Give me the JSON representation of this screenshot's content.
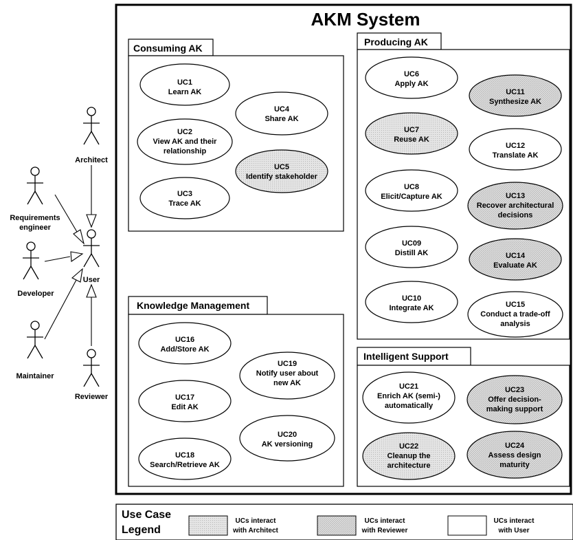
{
  "system_title": "AKM System",
  "packages": {
    "consuming": "Consuming AK",
    "producing": "Producing AK",
    "knowledge": "Knowledge Management",
    "intelligent": "Intelligent Support"
  },
  "actors": {
    "architect": "Architect",
    "requirements_engineer": [
      "Requirements",
      "engineer"
    ],
    "developer": "Developer",
    "user": "User",
    "maintainer": "Maintainer",
    "reviewer": "Reviewer"
  },
  "use_cases": {
    "uc1": [
      "UC1",
      "Learn AK"
    ],
    "uc2": [
      "UC2",
      "View AK and their",
      "relationship"
    ],
    "uc3": [
      "UC3",
      "Trace AK"
    ],
    "uc4": [
      "UC4",
      "Share AK"
    ],
    "uc5": [
      "UC5",
      "Identify stakeholder"
    ],
    "uc6": [
      "UC6",
      "Apply AK"
    ],
    "uc7": [
      "UC7",
      "Reuse AK"
    ],
    "uc8": [
      "UC8",
      "Elicit/Capture AK"
    ],
    "uc09": [
      "UC09",
      "Distill AK"
    ],
    "uc10": [
      "UC10",
      "Integrate AK"
    ],
    "uc11": [
      "UC11",
      "Synthesize AK"
    ],
    "uc12": [
      "UC12",
      "Translate AK"
    ],
    "uc13": [
      "UC13",
      "Recover architectural",
      "decisions"
    ],
    "uc14": [
      "UC14",
      "Evaluate AK"
    ],
    "uc15": [
      "UC15",
      "Conduct a trade-off",
      "analysis"
    ],
    "uc16": [
      "UC16",
      "Add/Store AK"
    ],
    "uc17": [
      "UC17",
      "Edit AK"
    ],
    "uc18": [
      "UC18",
      "Search/Retrieve AK"
    ],
    "uc19": [
      "UC19",
      "Notify user about",
      "new AK"
    ],
    "uc20": [
      "UC20",
      "AK versioning"
    ],
    "uc21": [
      "UC21",
      "Enrich AK (semi-)",
      "automatically"
    ],
    "uc22": [
      "UC22",
      "Cleanup the",
      "architecture"
    ],
    "uc23": [
      "UC23",
      "Offer decision-",
      "making support"
    ],
    "uc24": [
      "UC24",
      "Assess design",
      "maturity"
    ]
  },
  "legend": {
    "title": [
      "Use Case",
      "Legend"
    ],
    "architect": [
      "UCs interact",
      "with Architect"
    ],
    "reviewer": [
      "UCs interact",
      "with Reviewer"
    ],
    "user": [
      "UCs interact",
      "with User"
    ]
  }
}
